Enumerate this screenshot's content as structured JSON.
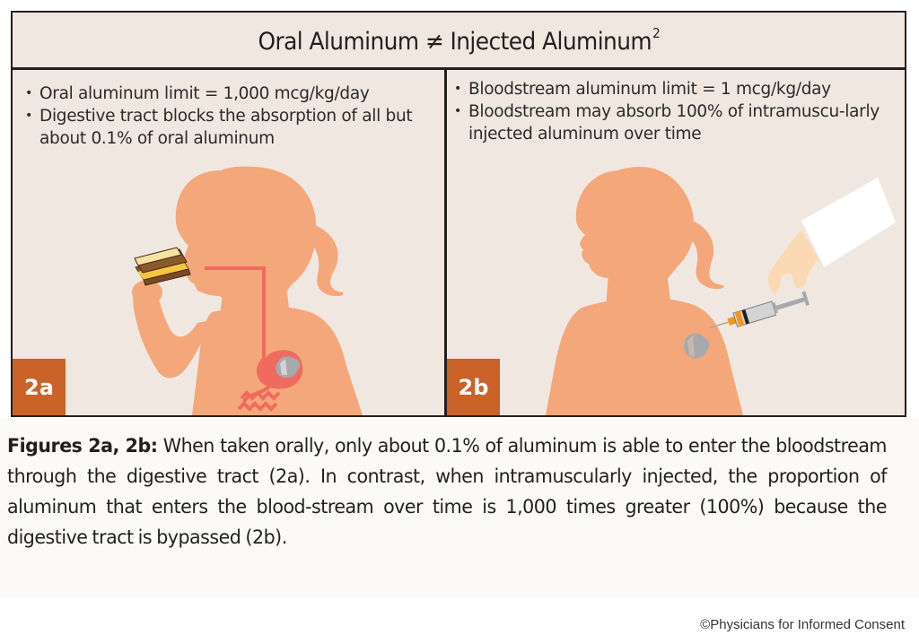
{
  "figure": {
    "title": "Oral Aluminum ≠ Injected Aluminum",
    "title_superscript": "2",
    "colors": {
      "background": "#f0e8e0",
      "border": "#231f20",
      "badge": "#cb6228",
      "skin": "#f3a77a",
      "digestive_tract": "#ef6b5e",
      "hand": "#fbd9b5"
    },
    "panels": [
      {
        "id": "2a",
        "badge": "2a",
        "bullets": [
          "Oral aluminum limit = 1,000 mcg/kg/day",
          "Digestive tract blocks the absorption of all but about 0.1% of oral aluminum"
        ],
        "illustration": "girl-eating-sandwich-digestive-tract"
      },
      {
        "id": "2b",
        "badge": "2b",
        "bullets": [
          "Bloodstream aluminum limit  = 1 mcg/kg/day",
          "Bloodstream may absorb 100% of intramuscu-larly injected aluminum over time"
        ],
        "illustration": "girl-receiving-injection"
      }
    ]
  },
  "caption": {
    "lead": "Figures 2a, 2b:",
    "body": " When taken orally, only about 0.1% of aluminum is able to enter the bloodstream through the digestive tract (2a). In contrast, when intramuscularly injected, the proportion of aluminum that enters the blood-stream over time is 1,000 times greater (100%) because the digestive tract is bypassed (2b)."
  },
  "copyright": "©Physicians for Informed Consent"
}
